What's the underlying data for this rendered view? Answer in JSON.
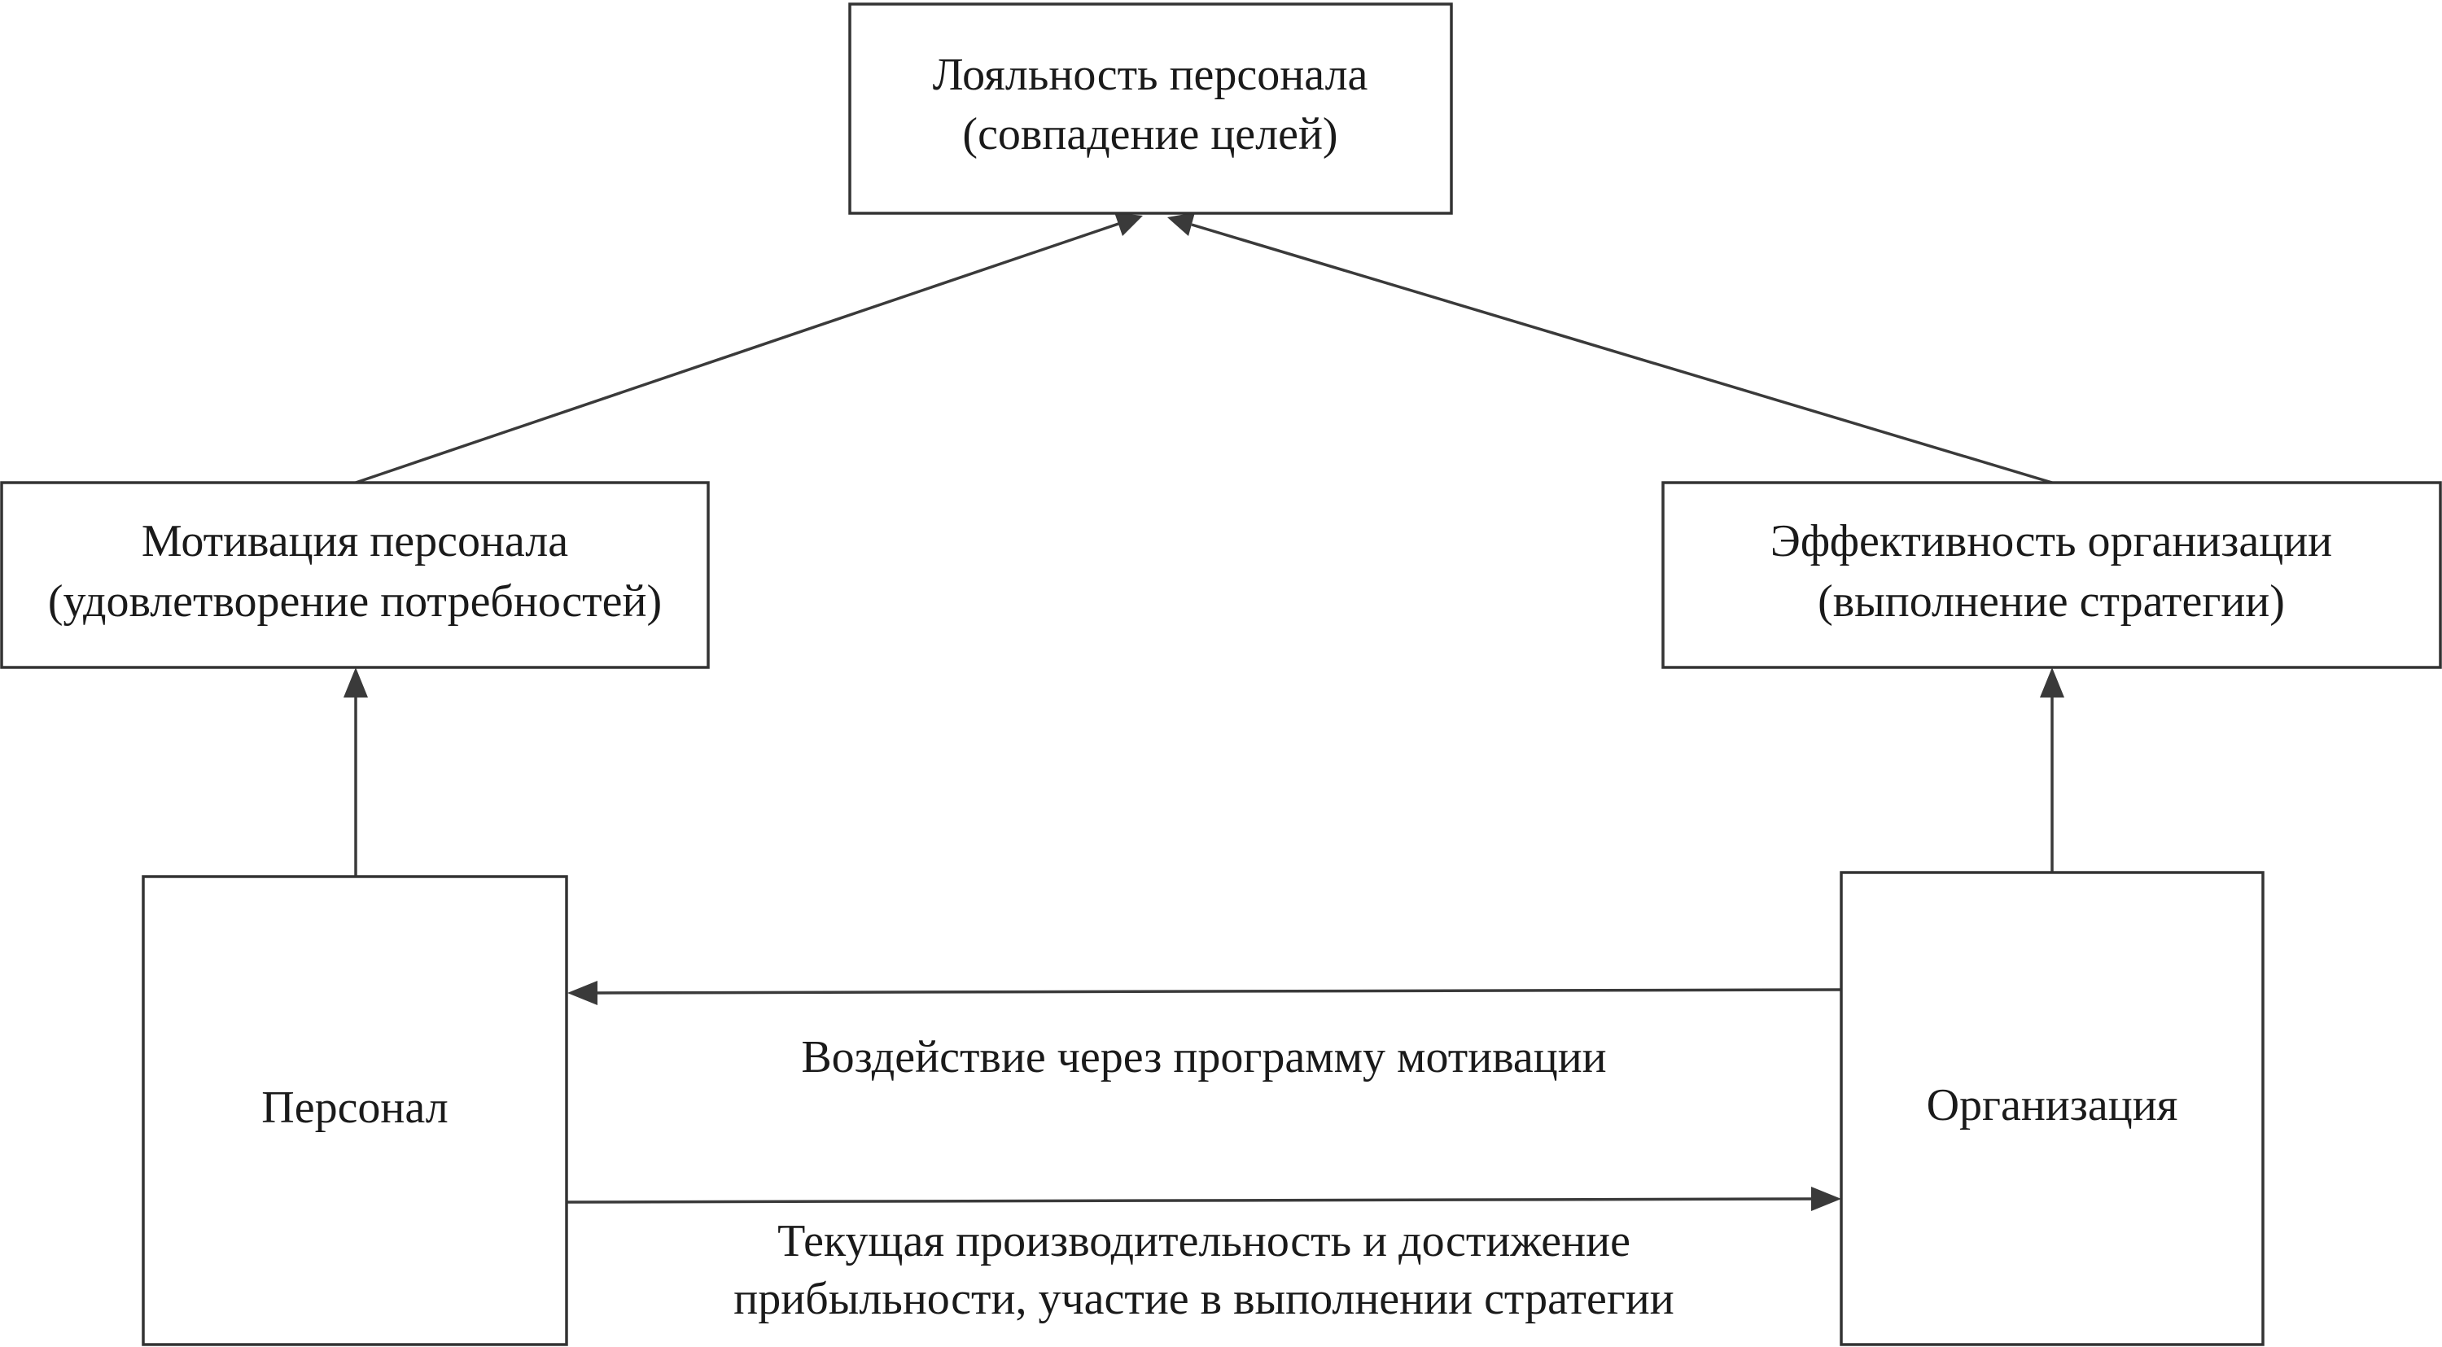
{
  "nodes": {
    "loyalty": {
      "line1": "Лояльность персонала",
      "line2": "(совпадение целей)"
    },
    "motivation": {
      "line1": "Мотивация персонала",
      "line2": "(удовлетворение потребностей)"
    },
    "efficiency": {
      "line1": "Эффективность организации",
      "line2": "(выполнение стратегии)"
    },
    "personnel": {
      "label": "Персонал"
    },
    "organization": {
      "label": "Организация"
    }
  },
  "edge_labels": {
    "org_to_personnel": "Воздействие через программу мотивации",
    "personnel_to_org_line1": "Текущая производительность и достижение",
    "personnel_to_org_line2": "прибыльности, участие в выполнении стратегии"
  }
}
